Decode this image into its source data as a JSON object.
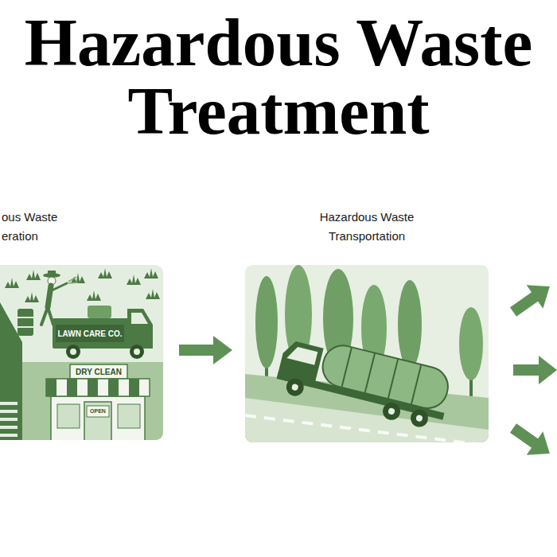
{
  "diagram": {
    "title": "Hazardous Waste Treatment",
    "nodes": [
      {
        "text": [
          "ous Waste eration"
        ]
      },
      {
        "text": [
          "Hazardous Waste Transportation"
        ]
      }
    ],
    "edges": [
      {
        "from": 0,
        "to": 1,
        "arrow": "to"
      }
    ],
    "labels": [
      "LAWN CARE CO.",
      "DRY CLEAN",
      "OPEN"
    ]
  }
}
